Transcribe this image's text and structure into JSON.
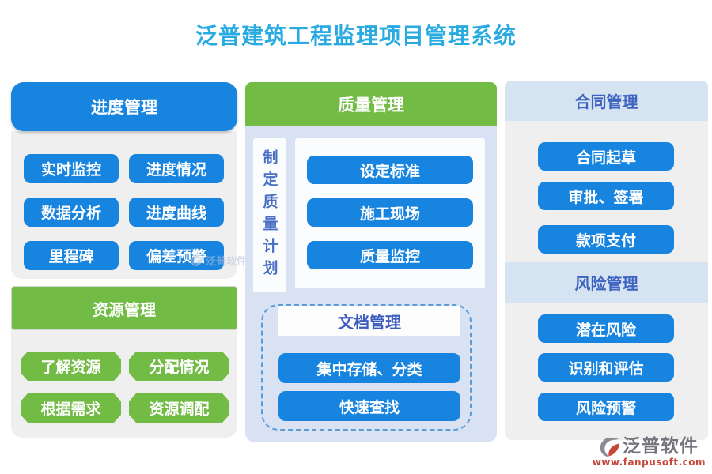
{
  "title": "泛普建筑工程监理项目管理系统",
  "sections": {
    "progress": {
      "header": "进度管理",
      "buttons": [
        "实时监控",
        "进度情况",
        "数据分析",
        "进度曲线",
        "里程碑",
        "偏差预警"
      ]
    },
    "resource": {
      "header": "资源管理",
      "buttons": [
        "了解资源",
        "分配情况",
        "根据需求",
        "资源调配"
      ]
    },
    "quality": {
      "header": "质量管理",
      "plan_label": "制定质量计划",
      "buttons": [
        "设定标准",
        "施工现场",
        "质量监控"
      ]
    },
    "document": {
      "header": "文档管理",
      "buttons": [
        "集中存储、分类",
        "快速查找"
      ]
    },
    "contract": {
      "header": "合同管理",
      "buttons": [
        "合同起草",
        "审批、签署",
        "款项支付"
      ]
    },
    "risk": {
      "header": "风险管理",
      "buttons": [
        "潜在风险",
        "识别和评估",
        "风险预警"
      ]
    }
  },
  "watermark": {
    "text": "泛普软件"
  },
  "branding": {
    "company": "泛普软件",
    "website": "www.fanpusoft.com"
  },
  "colors": {
    "title_blue": "#29ABE2",
    "primary_blue": "#1784E0",
    "green": "#72BC45",
    "lavender_panel": "#D9E2F3",
    "grey_panel": "#EFEFEF",
    "light_blue_band": "#D6E4F2",
    "dark_blue_text": "#3E63C0",
    "logo_red": "#C8473B"
  }
}
